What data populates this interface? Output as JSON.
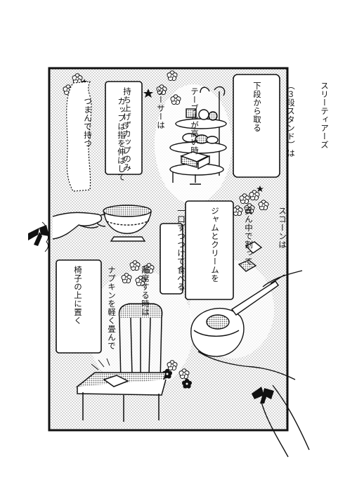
{
  "captions": {
    "three_tiers": [
      "スリーティアーズ",
      "（３段スタンド）は",
      "下段から取る"
    ],
    "table_height": [
      "テーブルが高い時",
      "ソーサーは",
      "持ち上げずカップのみ"
    ],
    "cup_fingers": [
      "カップは指を伸ばして",
      "つまんで持つ"
    ],
    "scone": [
      "スコーンは",
      "真ん中で割って",
      "ジャムとクリームを",
      "一口ずつつけて食べる"
    ],
    "napkin": [
      "離席する時は",
      "ナプキンを軽く畳んで",
      "椅子の上に置く"
    ]
  },
  "colors": {
    "ink": "#111111",
    "screen_tone": "#cfcfcf",
    "paper": "#ffffff"
  },
  "icons": [
    "flower-decoration",
    "sparkle-star",
    "black-bow",
    "teacup",
    "three-tier-stand",
    "scone",
    "chair",
    "napkin",
    "butter-knife"
  ]
}
